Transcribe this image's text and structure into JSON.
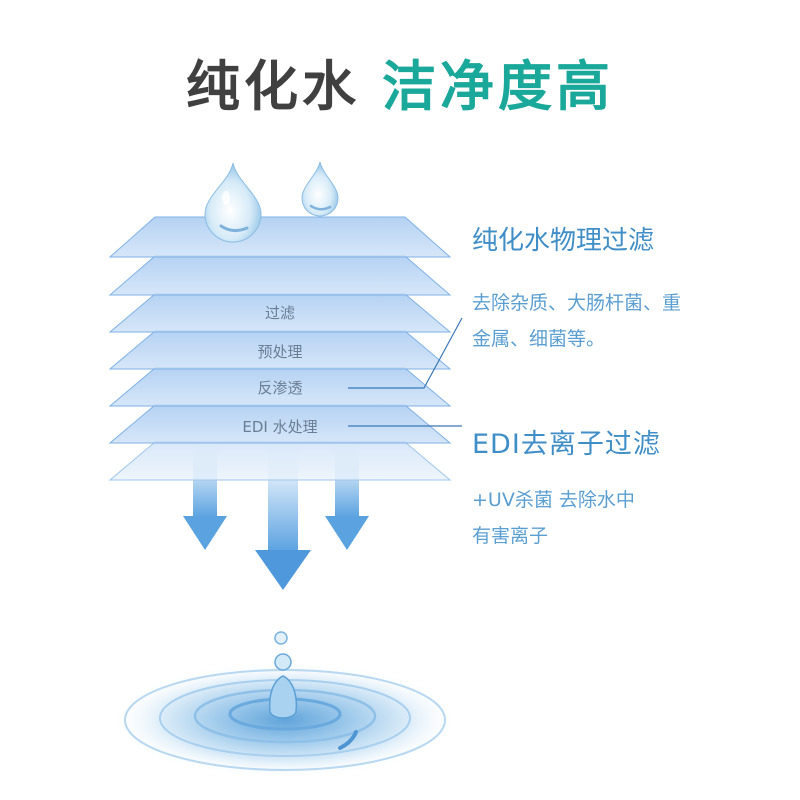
{
  "title": {
    "part1": "纯化水",
    "part2": "洁净度高",
    "part1_color": "#404040",
    "part2_color": "#1aa89a"
  },
  "layers": [
    {
      "label": ""
    },
    {
      "label": ""
    },
    {
      "label": "过滤"
    },
    {
      "label": "预处理"
    },
    {
      "label": "反渗透"
    },
    {
      "label": "EDI 水处理"
    },
    {
      "label": ""
    }
  ],
  "physical_filter": {
    "heading": "纯化水物理过滤",
    "description_line1": "去除杂质、大肠杆菌、重",
    "description_line2": "金属、细菌等。"
  },
  "edi_filter": {
    "heading": "EDI去离子过滤",
    "description_line1": "+UV杀菌 去除水中",
    "description_line2": "有害离子"
  },
  "colors": {
    "heading": "#3f8ec8",
    "description": "#5b9fd2",
    "layer_fill": "#a9cbf1",
    "layer_edge": "#7fb1e6"
  },
  "icons": [
    "water-drop-icon",
    "down-arrow-icon",
    "water-ripple-icon"
  ]
}
